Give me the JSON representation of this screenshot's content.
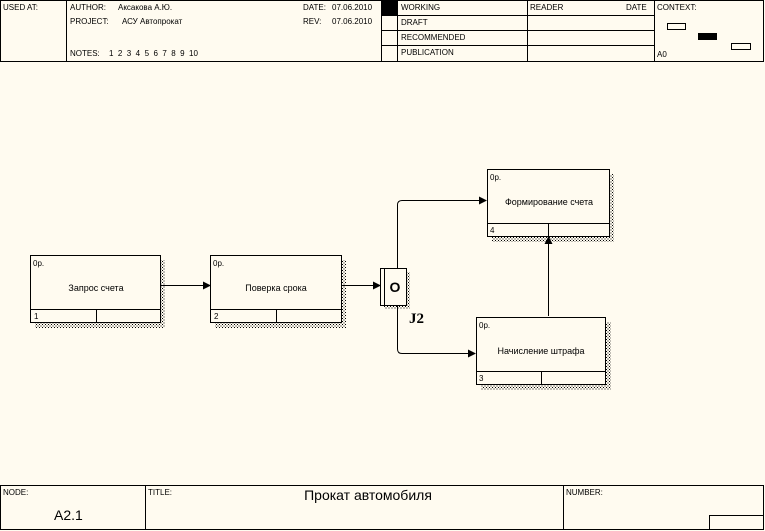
{
  "header": {
    "used_at": "USED AT:",
    "author_label": "AUTHOR:",
    "author": "Аксакова А.Ю.",
    "project_label": "PROJECT:",
    "project": "АСУ Автопрокат",
    "date_label": "DATE:",
    "date": "07.06.2010",
    "rev_label": "REV:",
    "rev": "07.06.2010",
    "notes_label": "NOTES:",
    "notes": "1  2  3  4  5  6  7  8  9  10",
    "status": [
      "WORKING",
      "DRAFT",
      "RECOMMENDED",
      "PUBLICATION"
    ],
    "reader": "READER",
    "reader_date": "DATE",
    "context": "CONTEXT:",
    "context_node": "A0"
  },
  "activities": [
    {
      "id": "1",
      "label": "Запрос счета",
      "cost": "0р."
    },
    {
      "id": "2",
      "label": "Поверка срока",
      "cost": "0р."
    },
    {
      "id": "3",
      "label": "Начисление штрафа",
      "cost": "0р."
    },
    {
      "id": "4",
      "label": "Формирование счета",
      "cost": "0р."
    }
  ],
  "junction": {
    "symbol": "O",
    "label": "J2"
  },
  "footer": {
    "node_label": "NODE:",
    "node": "A2.1",
    "title_label": "TITLE:",
    "title": "Прокат автомобиля",
    "number_label": "NUMBER:"
  }
}
